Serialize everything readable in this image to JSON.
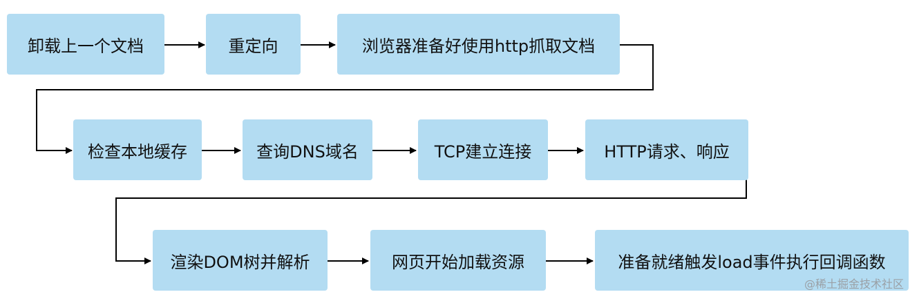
{
  "diagram": {
    "steps": [
      {
        "label": "卸载上一个文档"
      },
      {
        "label": "重定向"
      },
      {
        "label": "浏览器准备好使用http抓取文档"
      },
      {
        "label": "检查本地缓存"
      },
      {
        "label": "查询DNS域名"
      },
      {
        "label": "TCP建立连接"
      },
      {
        "label": "HTTP请求、响应"
      },
      {
        "label": "渲染DOM树并解析"
      },
      {
        "label": "网页开始加载资源"
      },
      {
        "label": "准备就绪触发load事件执行回调函数"
      }
    ],
    "box_color": "#b3dcf2",
    "arrow_color": "#000000"
  },
  "watermark": "@稀土掘金技术社区"
}
